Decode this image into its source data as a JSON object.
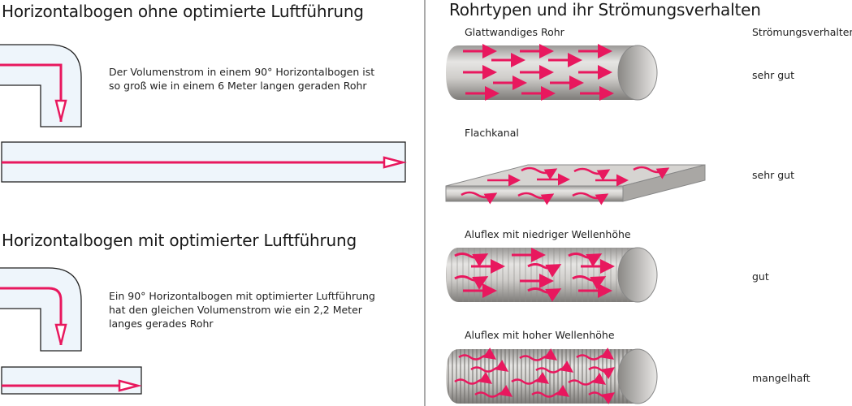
{
  "left": {
    "section1": {
      "title": "Horizontalbogen ohne optimierte Luftführung",
      "text_line1": "Der Volumenstrom in einem 90° Horizontalbogen ist",
      "text_line2": "so groß wie in einem 6 Meter langen geraden Rohr"
    },
    "section2": {
      "title": "Horizontalbogen mit optimierter Luftführung",
      "text_line1": "Ein 90° Horizontalbogen mit optimierter Luftführung",
      "text_line2": "hat den gleichen Volumenstrom wie ein 2,2 Meter",
      "text_line3": "langes gerades Rohr"
    }
  },
  "right": {
    "title": "Rohrtypen und ihr Strömungsverhalten",
    "column_header": "Strömungsverhalten:",
    "items": [
      {
        "name": "Glattwandiges Rohr",
        "rating": "sehr gut"
      },
      {
        "name": "Flachkanal",
        "rating": "sehr gut"
      },
      {
        "name": "Aluflex mit niedriger Wellenhöhe",
        "rating": "gut"
      },
      {
        "name": "Aluflex mit hoher Wellenhöhe",
        "rating": "mangelhaft"
      }
    ]
  },
  "colors": {
    "arrow": "#e8185e",
    "pipe_fill": "#eef5fb",
    "pipe_stroke": "#222222"
  }
}
